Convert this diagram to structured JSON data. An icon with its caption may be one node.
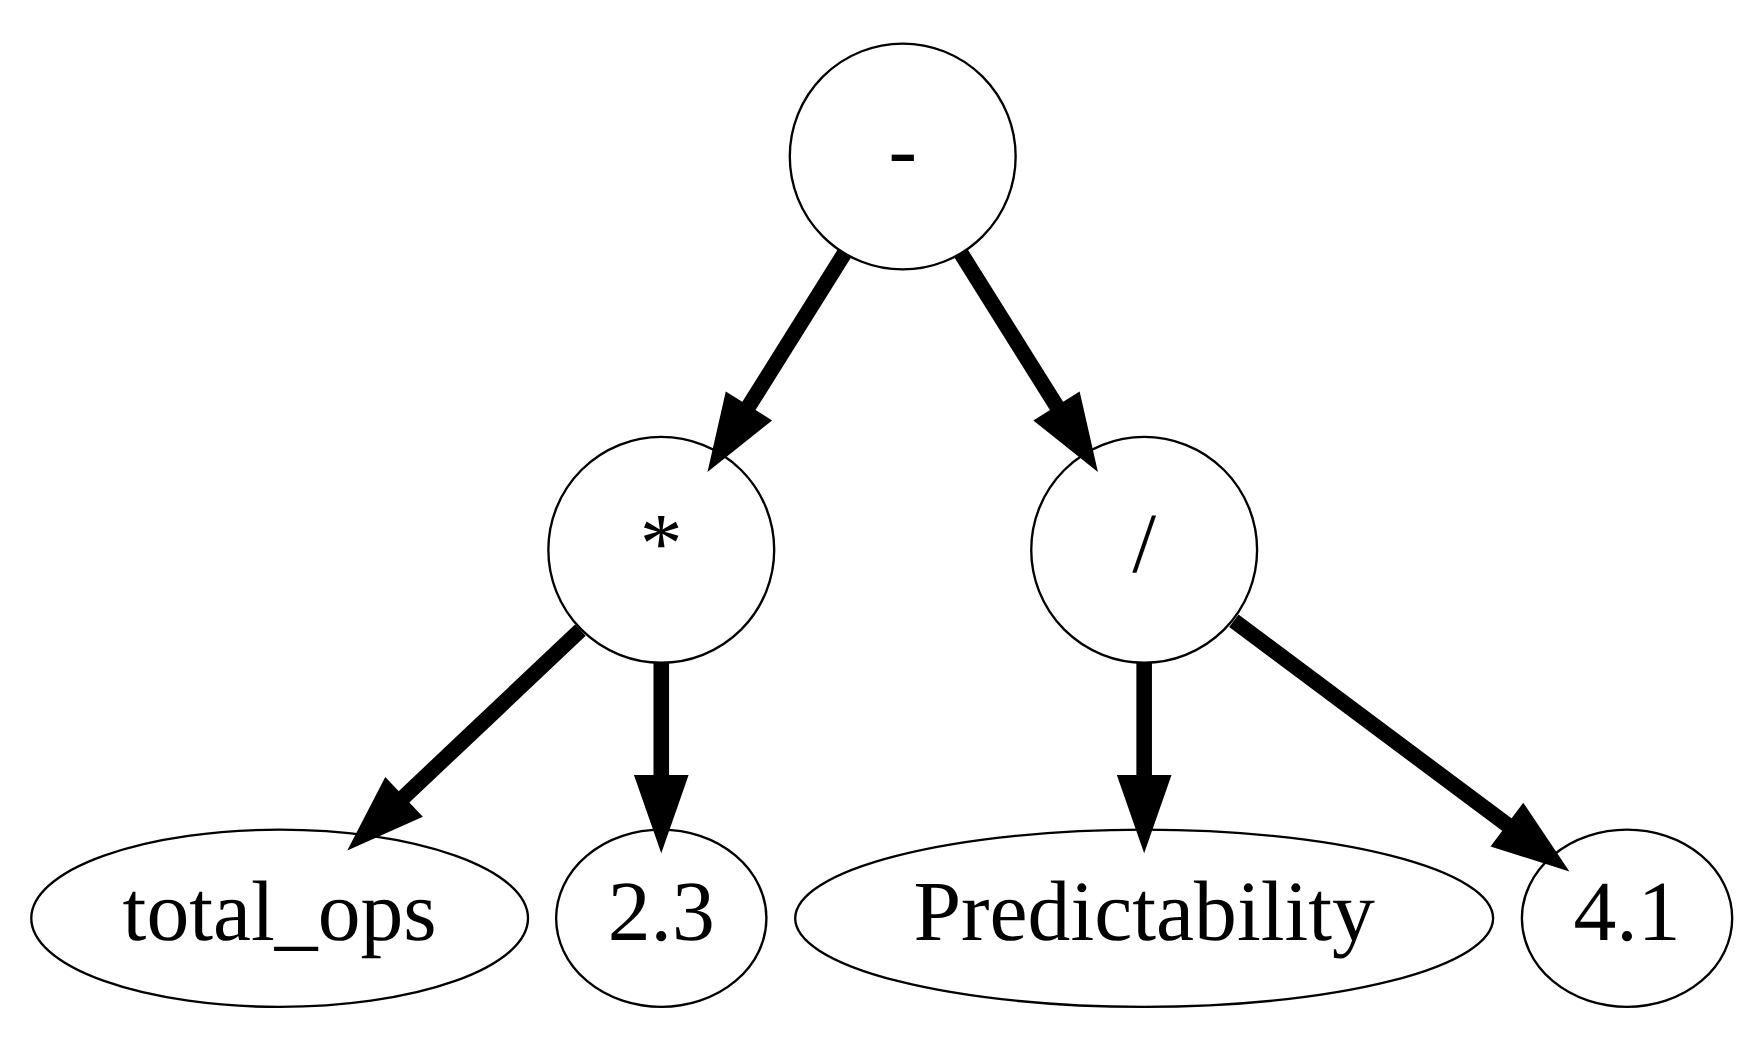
{
  "diagram": {
    "nodes": [
      {
        "text": [
          "-"
        ]
      },
      {
        "text": [
          "*"
        ]
      },
      {
        "text": [
          "/"
        ]
      },
      {
        "text": [
          "total_ops"
        ]
      },
      {
        "text": [
          "2.3"
        ]
      },
      {
        "text": [
          "Predictability"
        ]
      },
      {
        "text": [
          "4.1"
        ]
      }
    ],
    "edges": [
      {
        "from": 0,
        "to": 1,
        "arrow": "to"
      },
      {
        "from": 0,
        "to": 2,
        "arrow": "to"
      },
      {
        "from": 1,
        "to": 3,
        "arrow": "to"
      },
      {
        "from": 1,
        "to": 4,
        "arrow": "to"
      },
      {
        "from": 2,
        "to": 5,
        "arrow": "to"
      },
      {
        "from": 2,
        "to": 6,
        "arrow": "to"
      }
    ]
  }
}
